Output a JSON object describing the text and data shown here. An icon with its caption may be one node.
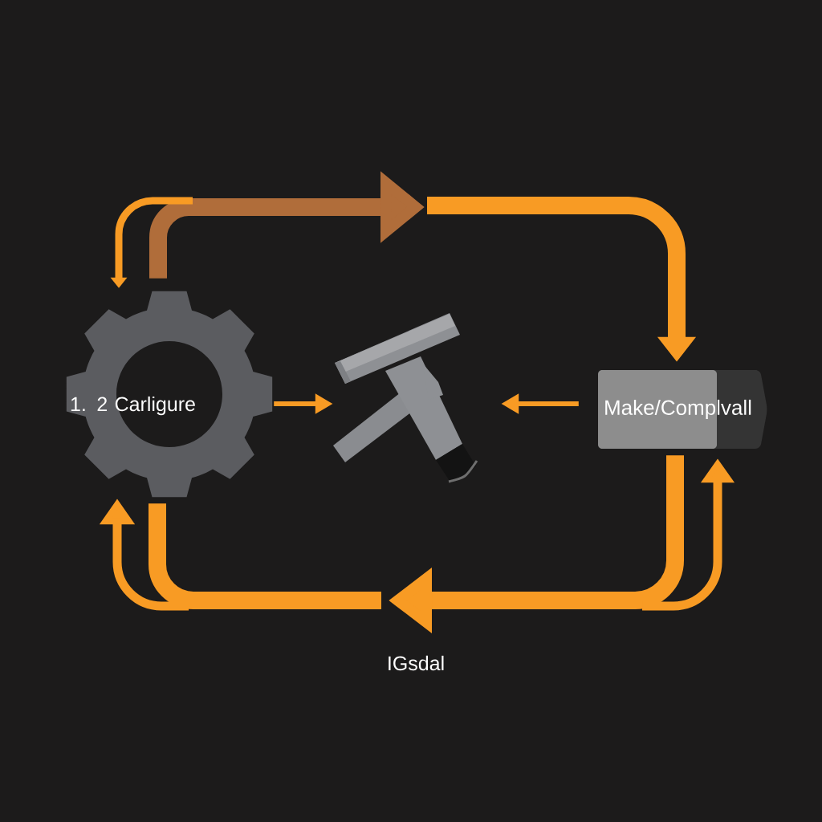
{
  "diagram": {
    "nodes": [
      {
        "text": [
          "1. 2 Carligure"
        ]
      },
      {
        "text": [],
        "shape": "picture"
      },
      {
        "text": [
          "Make/Complvall"
        ]
      }
    ],
    "edges": [
      {
        "from": 0,
        "to": null,
        "arrow": "to",
        "style": "thick",
        "color": "#b06d3a"
      },
      {
        "from": null,
        "to": 0,
        "arrow": "to"
      },
      {
        "from": null,
        "to": 2,
        "arrow": "to",
        "style": "thick"
      },
      {
        "from": 0,
        "to": 1,
        "arrow": "to"
      },
      {
        "from": 2,
        "to": 1,
        "arrow": "to"
      },
      {
        "from": 0,
        "to": null,
        "arrow": "none",
        "style": "thick"
      },
      {
        "from": null,
        "to": 0,
        "arrow": "to"
      },
      {
        "from": 2,
        "to": null,
        "arrow": "to",
        "style": "thick"
      },
      {
        "from": null,
        "to": 2,
        "arrow": "to"
      }
    ],
    "labels": [
      "IGsdal"
    ]
  }
}
